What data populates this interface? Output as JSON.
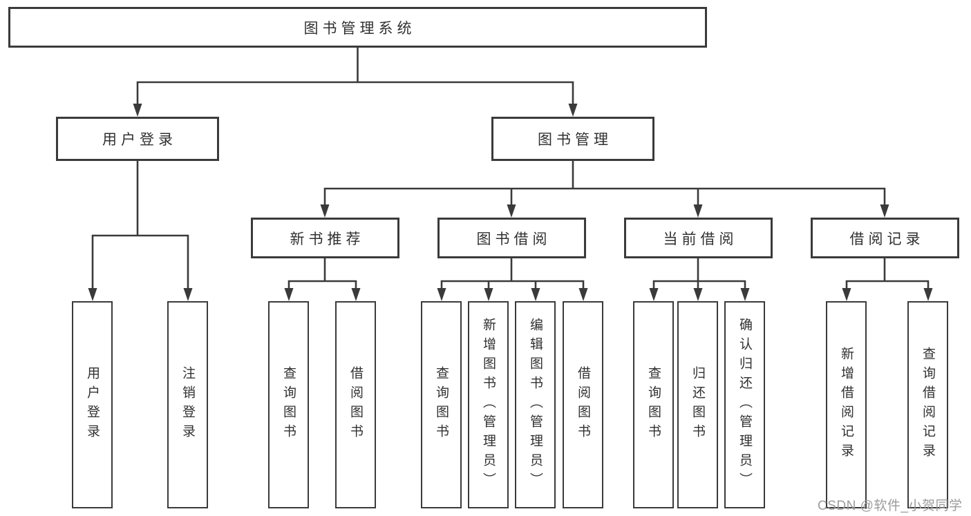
{
  "diagram": {
    "root_label": "图书管理系统",
    "level2": [
      {
        "label": "用户登录"
      },
      {
        "label": "图书管理"
      }
    ],
    "level3": [
      {
        "label": "新书推荐",
        "parent": "图书管理"
      },
      {
        "label": "图书借阅",
        "parent": "图书管理"
      },
      {
        "label": "当前借阅",
        "parent": "图书管理"
      },
      {
        "label": "借阅记录",
        "parent": "图书管理"
      }
    ],
    "leaves": [
      {
        "label": "用户登录",
        "parent": "用户登录"
      },
      {
        "label": "注销登录",
        "parent": "用户登录"
      },
      {
        "label": "查询图书",
        "parent": "新书推荐"
      },
      {
        "label": "借阅图书",
        "parent": "新书推荐"
      },
      {
        "label": "查询图书",
        "parent": "图书借阅"
      },
      {
        "label": "新增图书（管理员）",
        "parent": "图书借阅"
      },
      {
        "label": "编辑图书（管理员）",
        "parent": "图书借阅"
      },
      {
        "label": "借阅图书",
        "parent": "图书借阅"
      },
      {
        "label": "查询图书",
        "parent": "当前借阅"
      },
      {
        "label": "归还图书",
        "parent": "当前借阅"
      },
      {
        "label": "确认归还（管理员）",
        "parent": "当前借阅"
      },
      {
        "label": "新增借阅记录",
        "parent": "借阅记录"
      },
      {
        "label": "查询借阅记录",
        "parent": "借阅记录"
      }
    ],
    "watermark": "CSDN @软件_小贺同学"
  },
  "colors": {
    "line": "#3a3a3a",
    "text": "#303030",
    "watermark": "#9b9b9b",
    "background": "#ffffff"
  }
}
